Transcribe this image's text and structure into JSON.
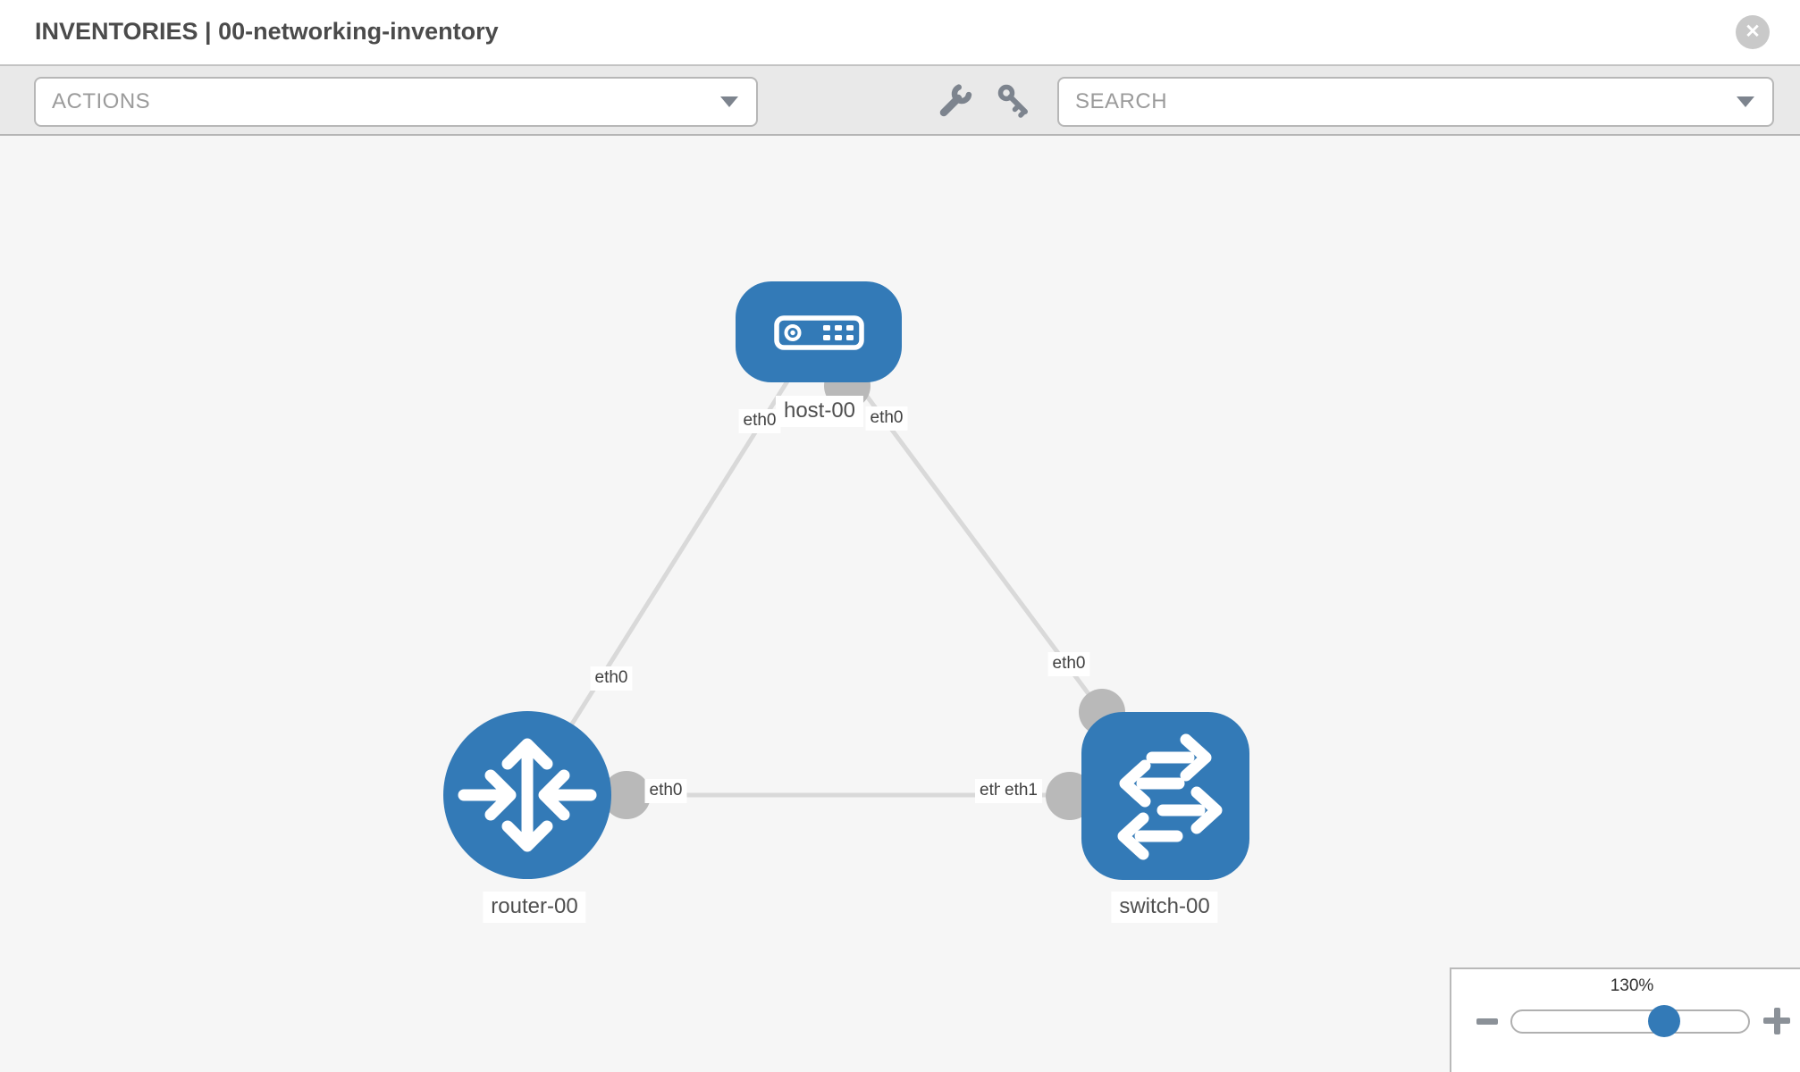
{
  "header": {
    "title": "INVENTORIES | 00-networking-inventory",
    "close_glyph": "✕"
  },
  "toolbar": {
    "actions_label": "ACTIONS",
    "search_placeholder": "SEARCH"
  },
  "canvas": {
    "nodes": [
      {
        "id": "host-00",
        "type": "host",
        "label": "host-00"
      },
      {
        "id": "router-00",
        "type": "router",
        "label": "router-00"
      },
      {
        "id": "switch-00",
        "type": "switch",
        "label": "switch-00"
      }
    ],
    "links": [
      {
        "from": "host-00",
        "to": "router-00",
        "from_iface": "eth0",
        "to_iface": "eth0"
      },
      {
        "from": "host-00",
        "to": "switch-00",
        "from_iface": "eth0",
        "to_iface": "eth0"
      },
      {
        "from": "router-00",
        "to": "switch-00",
        "from_iface": "eth0",
        "to_iface": "eth1"
      }
    ]
  },
  "zoom_panel": {
    "value": "130%"
  },
  "icons": {
    "close": "circle-x",
    "dropdown_caret": "triangle-down",
    "wrench": "wrench",
    "key": "key",
    "zoom_out": "minus",
    "zoom_in": "plus"
  },
  "colors": {
    "node_fill": "#337ab7",
    "link_stroke": "#d9d9d9",
    "connector_fill": "#b9b9b9",
    "toolbar_bg": "#e9e9e9",
    "canvas_bg": "#f6f6f6"
  }
}
